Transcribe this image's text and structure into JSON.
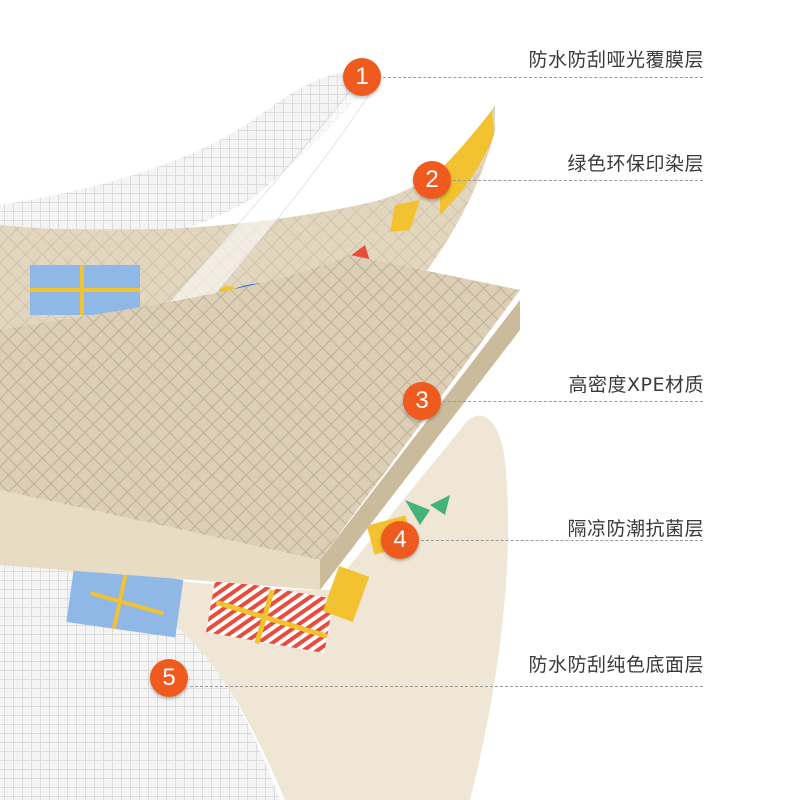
{
  "layers": [
    {
      "number": "1",
      "label": "防水防刮哑光覆膜层"
    },
    {
      "number": "2",
      "label": "绿色环保印染层"
    },
    {
      "number": "3",
      "label": "高密度XPE材质"
    },
    {
      "number": "4",
      "label": "隔凉防潮抗菌层"
    },
    {
      "number": "5",
      "label": "防水防刮纯色底面层"
    }
  ],
  "colors": {
    "badge": "#ef5a1e",
    "leader_line": "#9a9a9a",
    "foam": "#dccfb6",
    "mat_print": "#e3d6bf",
    "bottom_film": "#efe6d6",
    "character_yellow": "#f2c230",
    "character_red": "#e94b3c"
  }
}
